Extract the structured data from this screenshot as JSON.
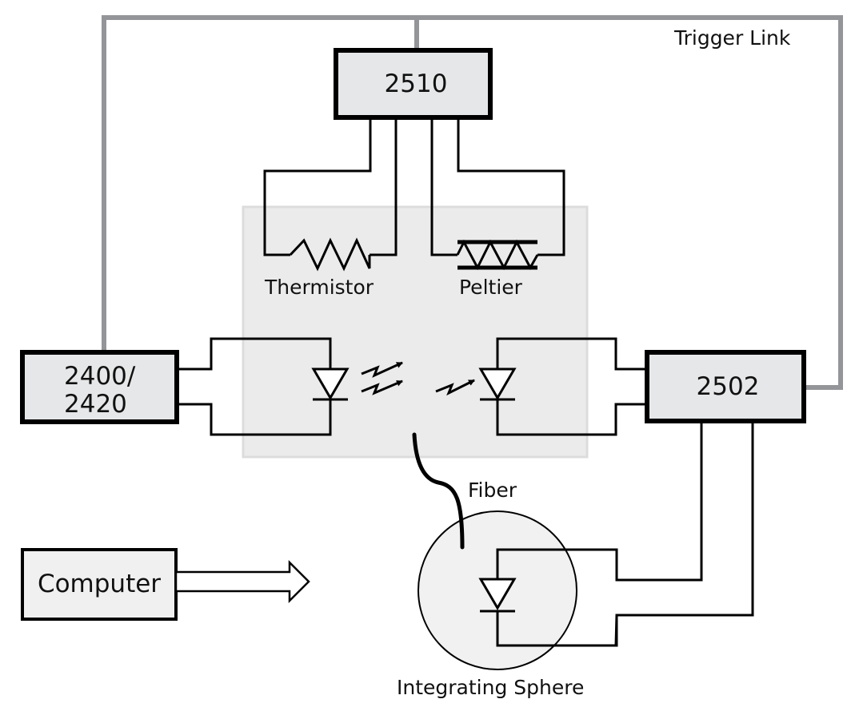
{
  "diagram": {
    "title": "LED/Laser diode test setup",
    "colors": {
      "instrument_fill": "#e6e7e8",
      "computer_fill": "#f0f0f0",
      "enclosure_fill": "#ebebeb",
      "enclosure_border": "#dcdcdc",
      "trigger_link": "#939598",
      "wire": "#000000",
      "sphere_fill": "#efefef"
    },
    "instruments": {
      "tec": "2510",
      "smu_line1": "2400/",
      "smu_line2": "2420",
      "photodiode_meter": "2502",
      "computer": "Computer"
    },
    "labels": {
      "trigger_link": "Trigger Link",
      "thermistor": "Thermistor",
      "peltier": "Peltier",
      "fiber": "Fiber",
      "integrating_sphere": "Integrating Sphere"
    },
    "components": [
      {
        "id": "thermistor",
        "symbol": "resistor-zigzag"
      },
      {
        "id": "peltier",
        "symbol": "peltier-element"
      },
      {
        "id": "laser-diode",
        "symbol": "light-emitting-diode"
      },
      {
        "id": "back-facet-photodiode",
        "symbol": "photodiode"
      },
      {
        "id": "sphere-photodiode",
        "symbol": "photodiode"
      }
    ],
    "connections": [
      {
        "from": "2510",
        "to": "thermistor"
      },
      {
        "from": "2510",
        "to": "peltier"
      },
      {
        "from": "2400/2420",
        "to": "laser-diode"
      },
      {
        "from": "2502",
        "to": "back-facet-photodiode"
      },
      {
        "from": "2502",
        "to": "sphere-photodiode"
      },
      {
        "from": "2400/2420",
        "to": "2510",
        "type": "trigger-link"
      },
      {
        "from": "2510",
        "to": "2502",
        "type": "trigger-link"
      },
      {
        "from": "computer",
        "to": "instruments",
        "type": "bus-arrow"
      }
    ]
  }
}
